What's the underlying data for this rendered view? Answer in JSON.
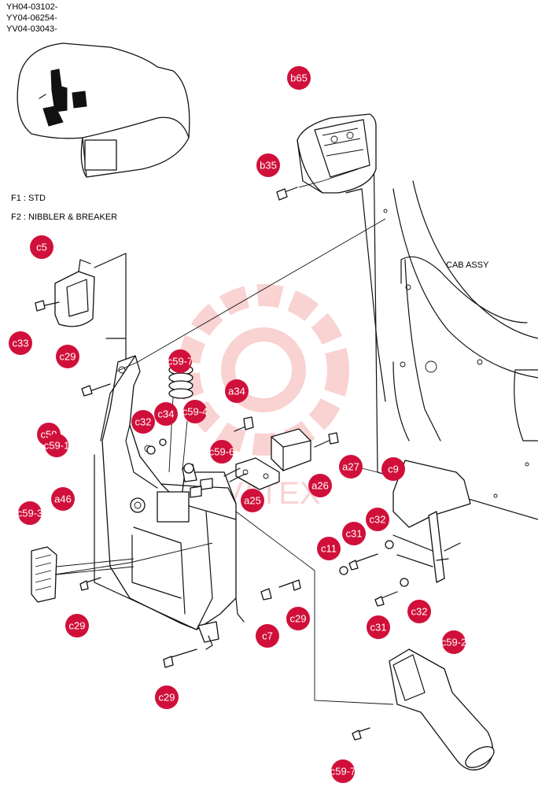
{
  "header": {
    "codes": [
      "YH04-03102-",
      "YY04-06254-",
      "YV04-03043-"
    ]
  },
  "legend": {
    "f1": "F1 :  STD",
    "f2": "F2 :  NIBBLER & BREAKER"
  },
  "cab_label": "CAB ASSY",
  "watermark": "VATEX",
  "callouts": [
    "b65",
    "b35",
    "c5",
    "c33",
    "c29",
    "c59-7",
    "a34",
    "c32",
    "c34",
    "c59-4",
    "c59",
    "c59-1",
    "c59-6",
    "a27",
    "a26",
    "a25",
    "c9",
    "a46",
    "c59-3",
    "c32",
    "c31",
    "c11",
    "c29",
    "c29",
    "c7",
    "c31",
    "c32",
    "c59-2",
    "c29",
    "c59-7"
  ],
  "colors": {
    "callout": "#d0103a",
    "watermark": "#f08080"
  }
}
